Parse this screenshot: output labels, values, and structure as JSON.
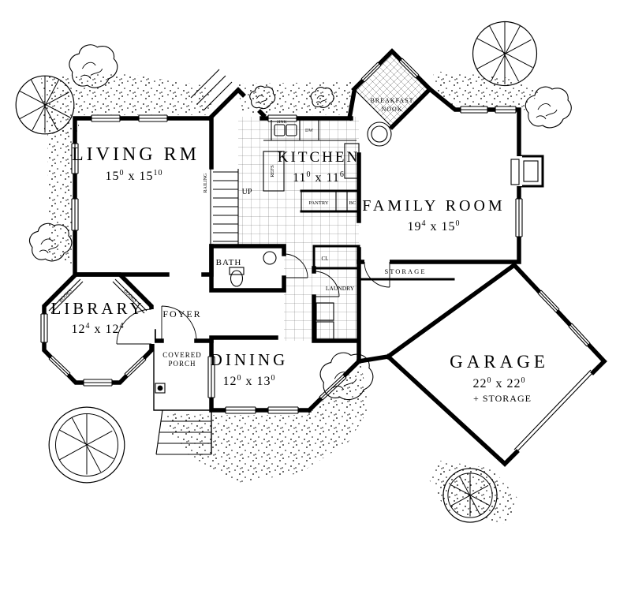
{
  "plan": {
    "dim_sep": "x",
    "rooms": {
      "living": {
        "name": "LIVING RM",
        "w": "15",
        "w_sup": "0",
        "h": "15",
        "h_sup": "10"
      },
      "kitchen": {
        "name": "KITCHEN",
        "w": "11",
        "w_sup": "0",
        "h": "11",
        "h_sup": "6"
      },
      "breakfast_nook": {
        "line1": "BREAKFAST",
        "line2": "NOOK"
      },
      "family": {
        "name": "FAMILY ROOM",
        "w": "19",
        "w_sup": "4",
        "h": "15",
        "h_sup": "0"
      },
      "library": {
        "name": "LIBRARY",
        "w": "12",
        "w_sup": "4",
        "h": "12",
        "h_sup": "4"
      },
      "foyer": {
        "name": "FOYER"
      },
      "covered_porch": {
        "line1": "COVERED",
        "line2": "PORCH"
      },
      "dining": {
        "name": "DINING",
        "w": "12",
        "w_sup": "0",
        "h": "13",
        "h_sup": "0"
      },
      "garage": {
        "name": "GARAGE",
        "w": "22",
        "w_sup": "0",
        "h": "22",
        "h_sup": "0",
        "extra": "+ STORAGE"
      },
      "bath": {
        "name": "BATH"
      },
      "laundry": {
        "name": "LAUNDRY"
      },
      "storage": {
        "name": "STORAGE"
      },
      "closet": {
        "name": "CL"
      }
    },
    "fixtures": {
      "sink": "SINK",
      "dw": "DW",
      "refs": "REFS",
      "pantry": "PANTRY",
      "bc": "BC",
      "up": "UP",
      "railing": "RAILING",
      "books_left": "BOOKS",
      "books_right": "BOOKS"
    },
    "colors": {
      "ink": "#000000",
      "paper": "#ffffff"
    }
  }
}
